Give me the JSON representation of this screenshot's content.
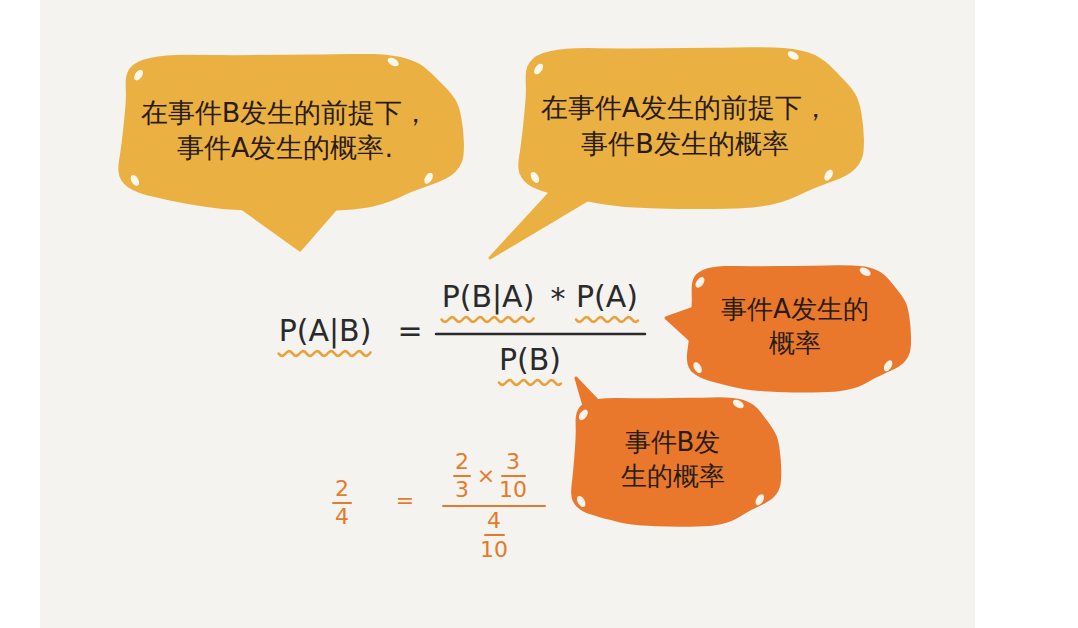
{
  "diagram": {
    "nodes": [
      {
        "text": [
          "在事件B发生的前提下，事件A发生的概率."
        ]
      },
      {
        "text": [
          "在事件A发生的前提下，事件B发生的概率"
        ]
      },
      {
        "text": [
          "事件A发生的概率"
        ]
      },
      {
        "text": [
          "事件B发生的概率"
        ]
      }
    ],
    "labels": [
      "P(A|B)",
      "=",
      "P(B|A)",
      "*",
      "P(A)",
      "P(B)",
      "2",
      "4",
      "=",
      "2",
      "3",
      "×",
      "3",
      "10",
      "4",
      "10"
    ]
  }
}
